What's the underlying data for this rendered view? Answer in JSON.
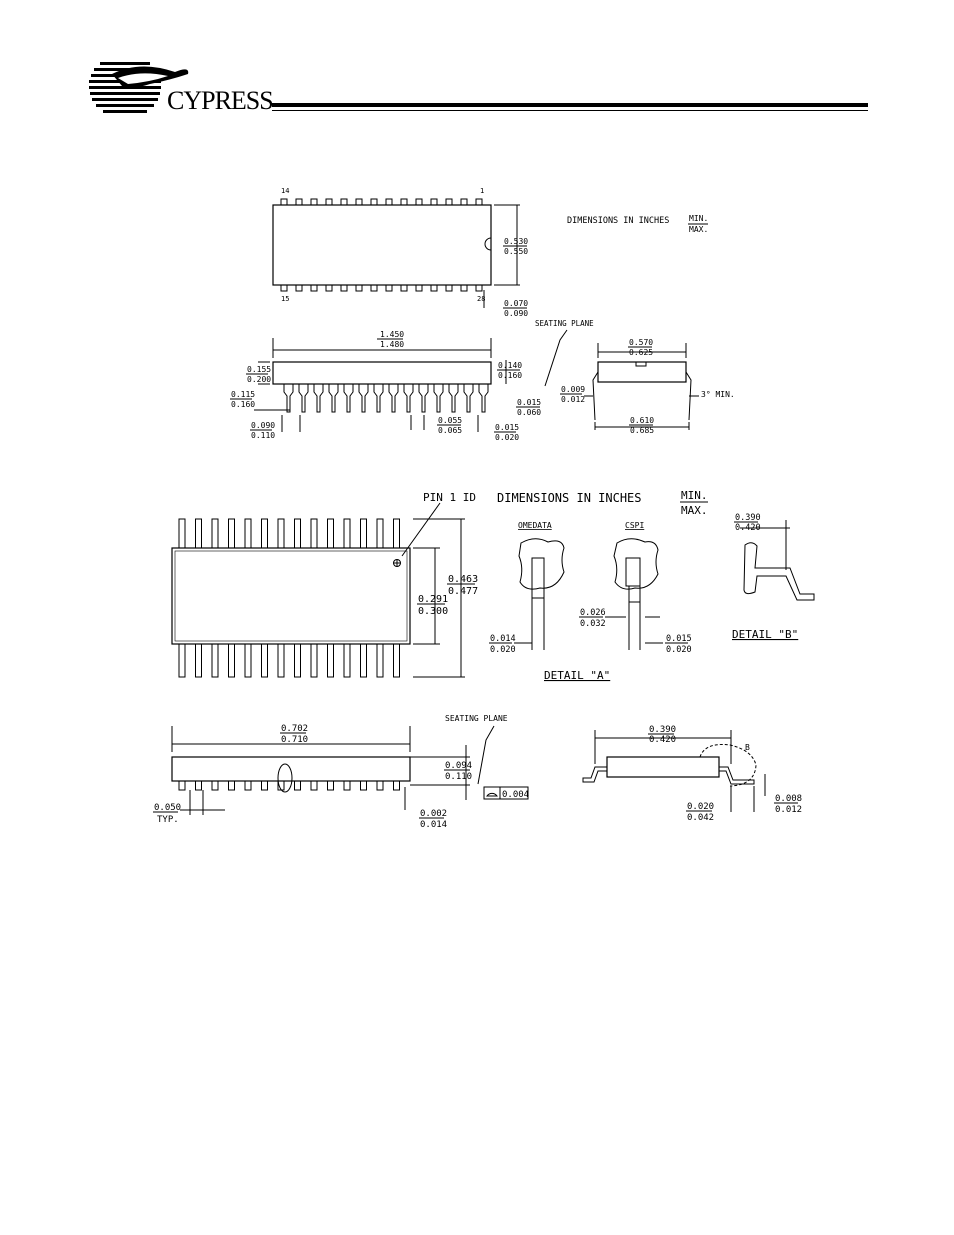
{
  "header": {
    "company": "CYPRESS"
  },
  "dip": {
    "pin_top_left": "14",
    "pin_top_right": "1",
    "pin_bottom_left": "15",
    "pin_bottom_right": "28",
    "dimensions_label": "DIMENSIONS IN INCHES",
    "min_label": "MIN.",
    "max_label": "MAX.",
    "width_min": "0.530",
    "width_max": "0.550",
    "pin_end_min": "0.070",
    "pin_end_max": "0.090",
    "seating_plane": "SEATING PLANE",
    "length_min": "1.450",
    "length_max": "1.480",
    "height_min": "0.155",
    "height_max": "0.200",
    "standoff_min": "0.115",
    "standoff_max": "0.160",
    "pitch_min": "0.090",
    "pitch_max": "0.110",
    "lead_width_min": "0.055",
    "lead_width_max": "0.065",
    "lead_thk_min": "0.015",
    "lead_thk_max": "0.020",
    "shoulder_min": "0.140",
    "shoulder_max": "0.160",
    "seat_min": "0.015",
    "seat_max": "0.060",
    "row_min": "0.570",
    "row_max": "0.625",
    "lead_t_min": "0.009",
    "lead_t_max": "0.012",
    "angle": "3° MIN.",
    "span_min": "0.610",
    "span_max": "0.685"
  },
  "soic": {
    "pin1_label": "PIN 1 ID",
    "dimensions_label": "DIMENSIONS IN INCHES",
    "min_label": "MIN.",
    "max_label": "MAX.",
    "vendor_a": "OMEDATA",
    "vendor_b": "CSPI",
    "body_width_min": "0.463",
    "body_width_max": "0.477",
    "inner_min": "0.291",
    "inner_max": "0.300",
    "lead_min": "0.026",
    "lead_max": "0.032",
    "lw_a_min": "0.014",
    "lw_a_max": "0.020",
    "lw_b_min": "0.015",
    "lw_b_max": "0.020",
    "detail_a": "DETAIL \"A\"",
    "detail_b": "DETAIL \"B\"",
    "det_b_min": "0.390",
    "det_b_max": "0.420",
    "length_min": "0.702",
    "length_max": "0.710",
    "seating_plane": "SEATING PLANE",
    "height_min": "0.094",
    "height_max": "0.110",
    "coplanarity": "0.004",
    "pitch": "0.050",
    "pitch_typ": "TYP.",
    "standoff_min": "0.002",
    "standoff_max": "0.014",
    "side_min": "0.390",
    "side_max": "0.420",
    "foot_min": "0.020",
    "foot_max": "0.042",
    "thk_min": "0.008",
    "thk_max": "0.012",
    "b_marker": "B"
  }
}
